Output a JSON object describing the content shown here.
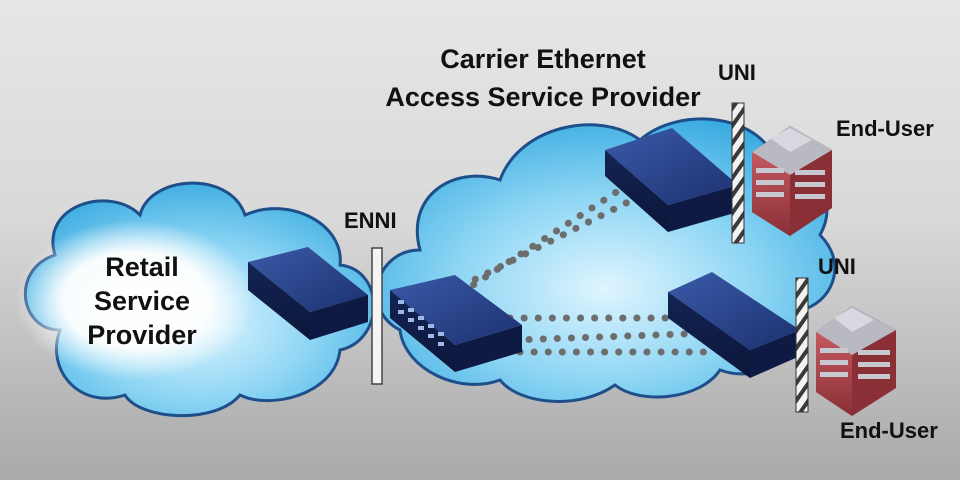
{
  "diagram": {
    "title_line1": "Carrier Ethernet",
    "title_line2": "Access Service Provider",
    "retail_line1": "Retail",
    "retail_line2": "Service",
    "retail_line3": "Provider",
    "enni_label": "ENNI",
    "uni_label_1": "UNI",
    "uni_label_2": "UNI",
    "end_user_label_1": "End-User",
    "end_user_label_2": "End-User"
  },
  "colors": {
    "cloud_fill": "#6cc8ee",
    "cloud_stroke": "#1e4f8a",
    "dots": "#6d6d6d",
    "device": "#1e3a78",
    "building": "#a8444a"
  },
  "icons": [
    "cloud-icon",
    "switch-icon",
    "building-icon",
    "interface-bar-icon"
  ]
}
